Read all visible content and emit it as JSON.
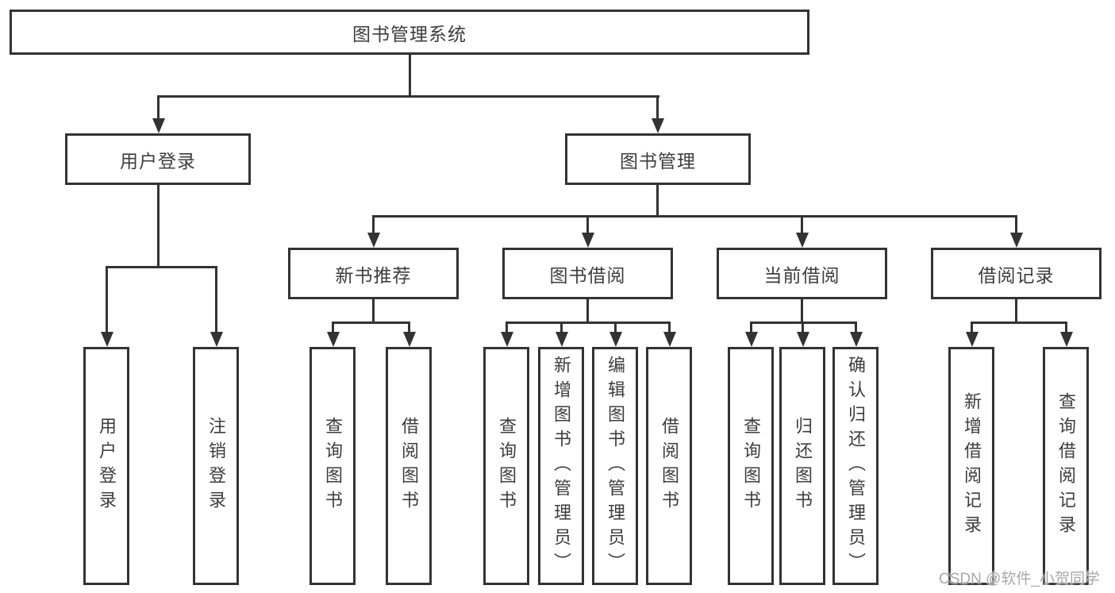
{
  "colors": {
    "line": "#333333",
    "box_border": "#333333",
    "box_fill": "#ffffff",
    "text": "#3d3d3d",
    "watermark": "#a8a8a8"
  },
  "watermark": {
    "text": "CSDN @软件_小贺同学"
  },
  "tree": {
    "label": "图书管理系统",
    "children": [
      {
        "label": "用户登录",
        "children": [
          "用户登录",
          "注销登录"
        ]
      },
      {
        "label": "图书管理",
        "children": [
          {
            "label": "新书推荐",
            "children": [
              "查询图书",
              "借阅图书"
            ]
          },
          {
            "label": "图书借阅",
            "children": [
              "查询图书",
              "新增图书（管理员）",
              "编辑图书（管理员）",
              "借阅图书"
            ]
          },
          {
            "label": "当前借阅",
            "children": [
              "查询图书",
              "归还图书",
              "确认归还（管理员）"
            ]
          },
          {
            "label": "借阅记录",
            "children": [
              "新增借阅记录",
              "查询借阅记录"
            ]
          }
        ]
      }
    ]
  }
}
